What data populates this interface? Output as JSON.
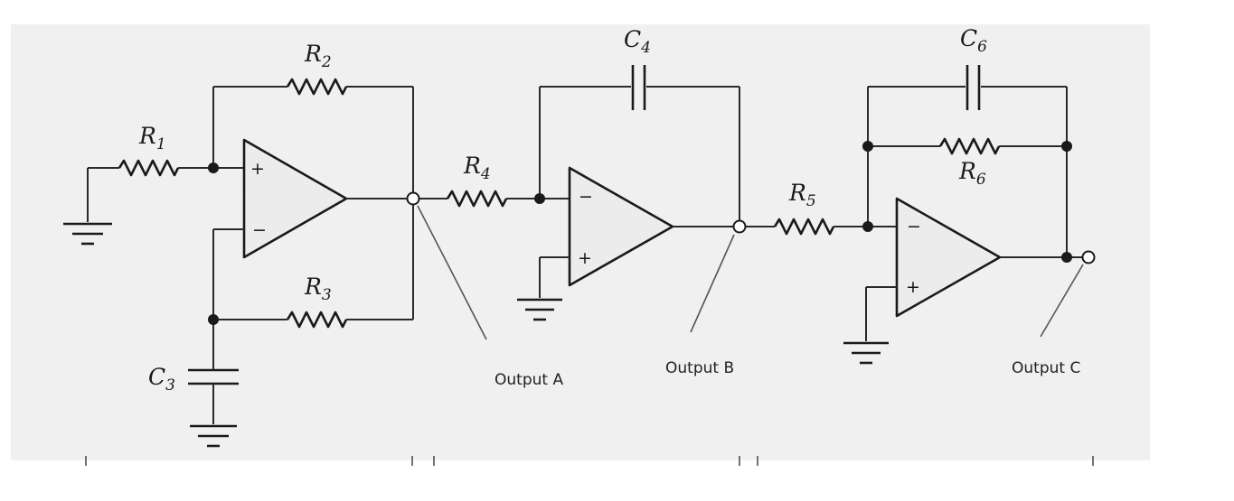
{
  "labels": {
    "R1": {
      "letter": "R",
      "sub": "1"
    },
    "R2": {
      "letter": "R",
      "sub": "2"
    },
    "R3": {
      "letter": "R",
      "sub": "3"
    },
    "R4": {
      "letter": "R",
      "sub": "4"
    },
    "R5": {
      "letter": "R",
      "sub": "5"
    },
    "R6": {
      "letter": "R",
      "sub": "6"
    },
    "C3": {
      "letter": "C",
      "sub": "3"
    },
    "C4": {
      "letter": "C",
      "sub": "4"
    },
    "C6": {
      "letter": "C",
      "sub": "6"
    }
  },
  "outputs": {
    "a": "Output A",
    "b": "Output B",
    "c": "Output C"
  },
  "opamps": {
    "1": {
      "top_sign": "+",
      "bottom_sign": "−"
    },
    "2": {
      "top_sign": "−",
      "bottom_sign": "+"
    },
    "3": {
      "top_sign": "−",
      "bottom_sign": "+"
    }
  },
  "colors": {
    "panel": "#f0f0f0",
    "ink": "#1a1a1a"
  }
}
